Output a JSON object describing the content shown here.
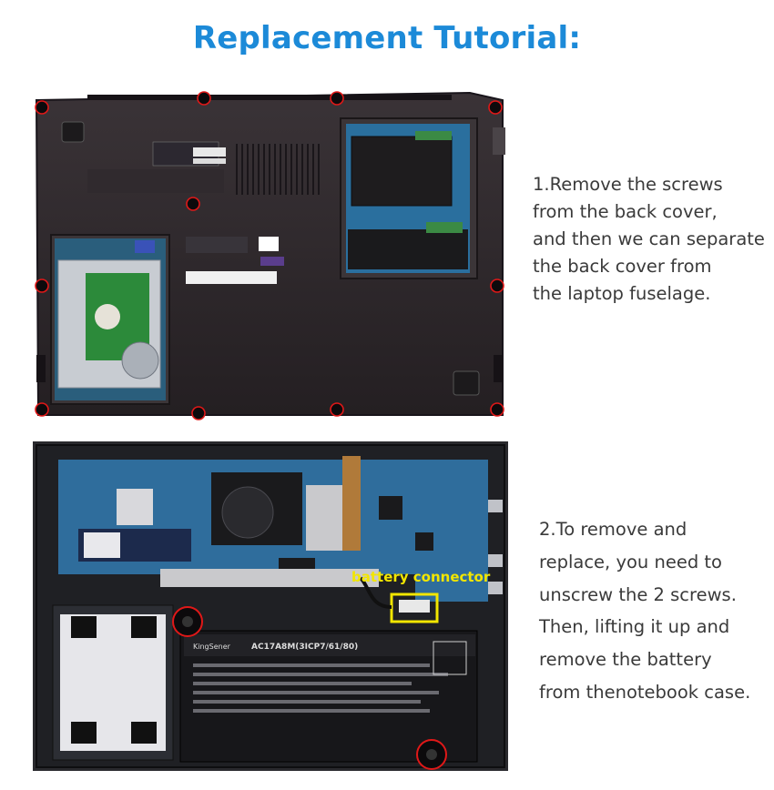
{
  "title": "Replacement Tutorial:",
  "step1": {
    "lines": [
      "1.Remove the screws",
      "from the back cover,",
      "and then we can separate",
      "the back cover from",
      "the laptop fuselage."
    ]
  },
  "step2": {
    "lines": [
      "2.To remove and",
      "replace,  you need to",
      "unscrew the 2 screws.",
      "Then, lifting it up and",
      "remove the battery",
      "from thenotebook case."
    ]
  },
  "photo2": {
    "callout": "battery connector",
    "battery_brand": "KingSener",
    "battery_model": "AC17A8M(3ICP7/61/80)"
  },
  "colors": {
    "title": "#1c8ad8",
    "callout": "#f2e600",
    "screw_marker": "#e01818",
    "body_text": "#3a3a3a"
  }
}
